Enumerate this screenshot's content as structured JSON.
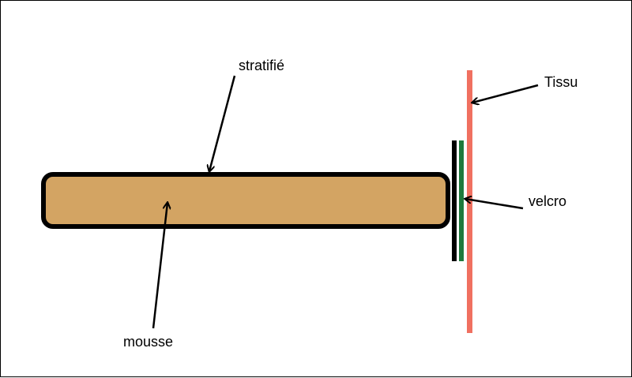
{
  "labels": {
    "stratifie": "stratifié",
    "tissu": "Tissu",
    "velcro": "velcro",
    "mousse": "mousse"
  },
  "colors": {
    "background": "#ffffff",
    "frame": "#000000",
    "foam_fill": "#d3a463",
    "laminate_outline": "#000000",
    "velcro_black": "#000000",
    "velcro_green": "#1e7a3c",
    "fabric": "#f07060",
    "arrows": "#000000"
  }
}
